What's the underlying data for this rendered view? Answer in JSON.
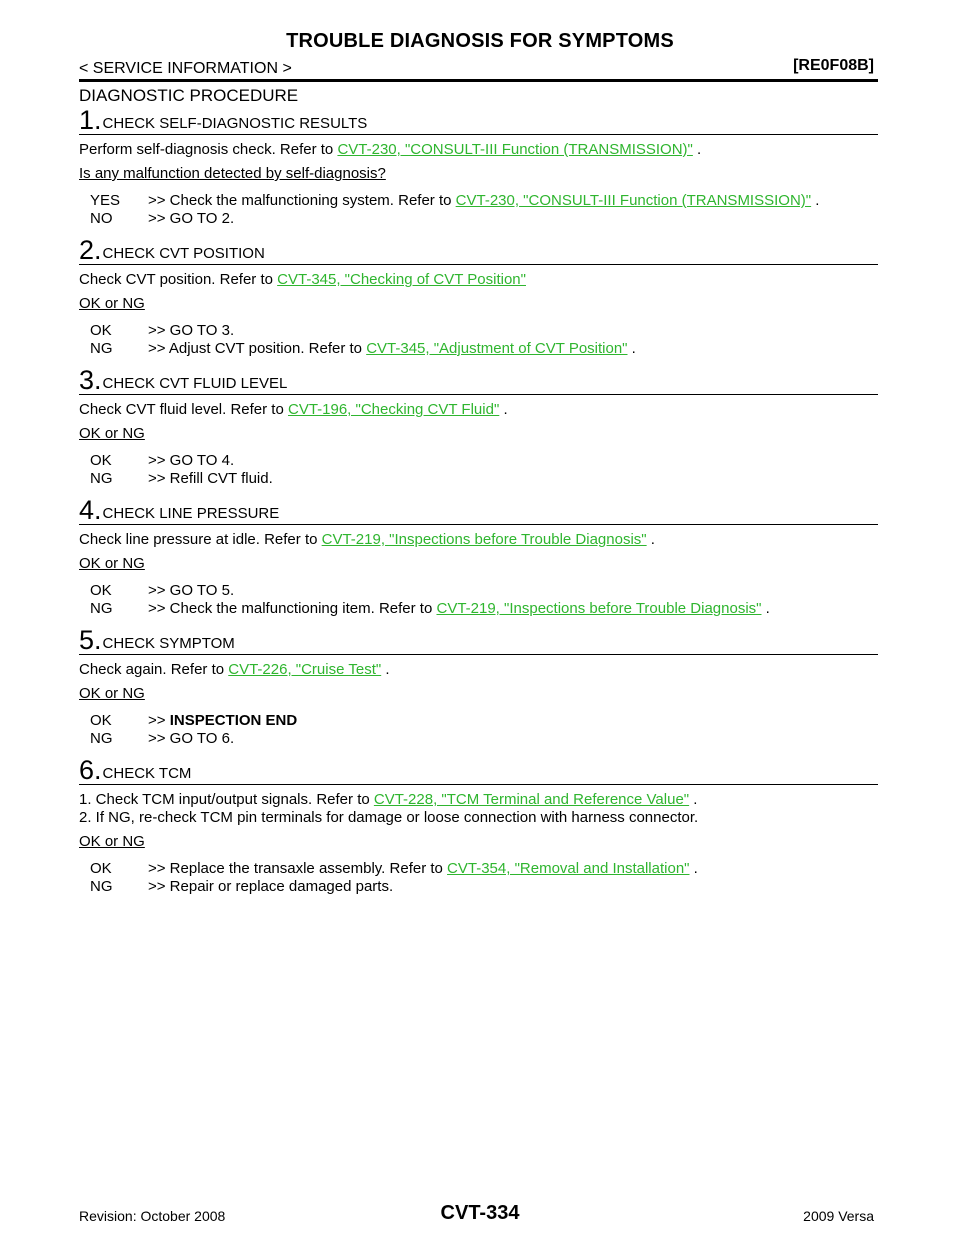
{
  "header": {
    "title": "TROUBLE DIAGNOSIS FOR SYMPTOMS",
    "breadcrumb": "< SERVICE INFORMATION >",
    "code": "[RE0F08B]"
  },
  "section_title": "DIAGNOSTIC PROCEDURE",
  "steps": [
    {
      "num": "1.",
      "title": "CHECK SELF-DIAGNOSTIC RESULTS",
      "body_pre": "Perform self-diagnosis check. Refer to ",
      "body_link": "CVT-230, \"CONSULT-III Function (TRANSMISSION)\"",
      "body_post": " .",
      "question": "Is any malfunction detected by self-diagnosis?",
      "answers": [
        {
          "key": "YES",
          "pre": ">> Check the malfunctioning system. Refer to ",
          "link": "CVT-230, \"CONSULT-III Function (TRANSMISSION)\"",
          "post": " ."
        },
        {
          "key": "NO",
          "pre": ">> GO TO 2.",
          "link": "",
          "post": ""
        }
      ]
    },
    {
      "num": "2.",
      "title": "CHECK CVT POSITION",
      "body_pre": "Check CVT position. Refer to ",
      "body_link": "CVT-345, \"Checking of CVT Position\"",
      "body_post": "",
      "question": "OK or NG",
      "answers": [
        {
          "key": "OK",
          "pre": ">> GO TO 3.",
          "link": "",
          "post": ""
        },
        {
          "key": "NG",
          "pre": ">> Adjust CVT position. Refer to ",
          "link": "CVT-345, \"Adjustment of CVT Position\"",
          "post": " ."
        }
      ]
    },
    {
      "num": "3.",
      "title": "CHECK CVT FLUID LEVEL",
      "body_pre": "Check CVT fluid level. Refer to ",
      "body_link": "CVT-196, \"Checking CVT Fluid\"",
      "body_post": " .",
      "question": "OK or NG",
      "answers": [
        {
          "key": "OK",
          "pre": ">> GO TO 4.",
          "link": "",
          "post": ""
        },
        {
          "key": "NG",
          "pre": ">> Refill CVT fluid.",
          "link": "",
          "post": ""
        }
      ]
    },
    {
      "num": "4.",
      "title": "CHECK LINE PRESSURE",
      "body_pre": "Check line pressure at idle. Refer to ",
      "body_link": "CVT-219, \"Inspections before Trouble Diagnosis\"",
      "body_post": " .",
      "question": "OK or NG",
      "answers": [
        {
          "key": "OK",
          "pre": ">> GO TO 5.",
          "link": "",
          "post": ""
        },
        {
          "key": "NG",
          "pre": ">> Check the malfunctioning item. Refer to ",
          "link": "CVT-219, \"Inspections before Trouble Diagnosis\"",
          "post": " ."
        }
      ]
    },
    {
      "num": "5.",
      "title": "CHECK SYMPTOM",
      "body_pre": "Check again. Refer to ",
      "body_link": "CVT-226, \"Cruise Test\"",
      "body_post": " .",
      "question": "OK or NG",
      "answers": [
        {
          "key": "OK",
          "pre": ">> ",
          "bold": "INSPECTION END",
          "link": "",
          "post": ""
        },
        {
          "key": "NG",
          "pre": ">> GO TO 6.",
          "link": "",
          "post": ""
        }
      ]
    },
    {
      "num": "6.",
      "title": "CHECK TCM",
      "items": [
        {
          "pre": "1.   Check TCM input/output signals. Refer to ",
          "link": "CVT-228, \"TCM Terminal and Reference Value\"",
          "post": " ."
        },
        {
          "pre": "2.   If NG, re-check TCM pin terminals for damage or loose connection with harness connector.",
          "link": "",
          "post": ""
        }
      ],
      "question": "OK or NG",
      "answers": [
        {
          "key": "OK",
          "pre": ">> Replace the transaxle assembly. Refer to ",
          "link": "CVT-354, \"Removal and Installation\"",
          "post": " ."
        },
        {
          "key": "NG",
          "pre": ">> Repair or replace damaged parts.",
          "link": "",
          "post": ""
        }
      ]
    }
  ],
  "footer": {
    "revision": "Revision: October 2008",
    "page": "CVT-334",
    "model": "2009 Versa"
  }
}
